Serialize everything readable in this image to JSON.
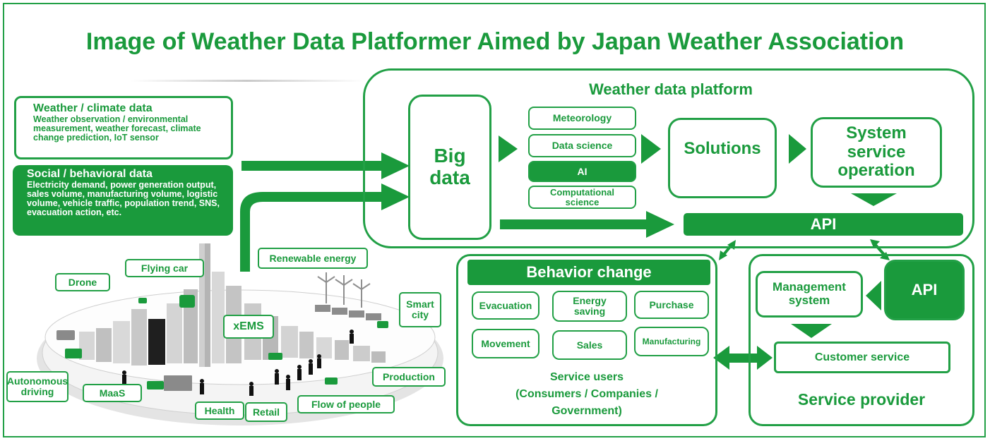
{
  "title": "Image of Weather Data Platformer Aimed by Japan Weather Association",
  "inputs": {
    "weather_title": "Weather / climate data",
    "weather_body": "Weather observation / environmental measurement, weather forecast, climate change prediction, IoT sensor",
    "social_title": "Social / behavioral data",
    "social_body": "Electricity demand, power generation output, sales volume, manufacturing volume, logistic volume, vehicle traffic, population trend, SNS, evacuation action, etc."
  },
  "platform": {
    "title": "Weather data platform",
    "big_data": "Big data",
    "disciplines": [
      "Meteorology",
      "Data science",
      "AI",
      "Computational science"
    ],
    "solutions": "Solutions",
    "system_operation": "System service operation",
    "api": "API"
  },
  "city": {
    "labels": [
      "Drone",
      "Flying car",
      "Renewable energy",
      "Smart city",
      "xEMS",
      "Autonomous driving",
      "MaaS",
      "Health",
      "Retail",
      "Flow of people",
      "Production"
    ]
  },
  "behavior": {
    "title": "Behavior change",
    "actions": [
      "Evacuation",
      "Energy saving",
      "Purchase",
      "Movement",
      "Sales",
      "Manufacturing"
    ],
    "users_line1": "Service users",
    "users_line2": "(Consumers / Companies /",
    "users_line3": "Government)"
  },
  "provider": {
    "management": "Management system",
    "api": "API",
    "customer": "Customer service",
    "title": "Service provider"
  },
  "colors": {
    "green": "#1a9a3c",
    "line": "#22a046"
  }
}
